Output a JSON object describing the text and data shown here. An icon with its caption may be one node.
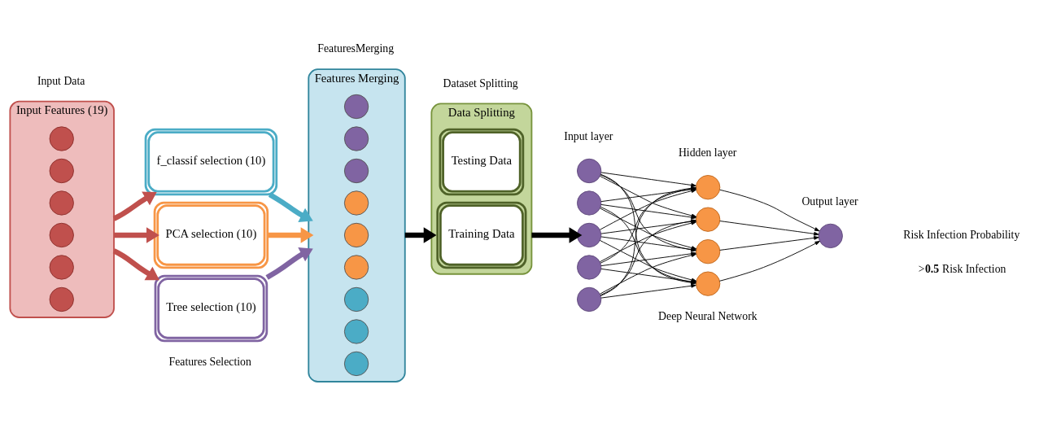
{
  "diagram": {
    "nodes": [
      {
        "text": [
          "Input Features (19)"
        ]
      },
      {
        "text": [],
        "shape": "circle",
        "in": 0
      },
      {
        "text": [],
        "shape": "circle",
        "in": 0
      },
      {
        "text": [],
        "shape": "circle",
        "in": 0
      },
      {
        "text": [],
        "shape": "circle",
        "in": 0
      },
      {
        "text": [],
        "shape": "circle",
        "in": 0
      },
      {
        "text": [],
        "shape": "circle",
        "in": 0
      },
      {
        "text": [
          "f_classif selection (10)"
        ]
      },
      {
        "text": [
          "PCA selection (10)"
        ]
      },
      {
        "text": [
          "Tree selection (10)"
        ]
      },
      {
        "text": [
          "Features Merging"
        ]
      },
      {
        "text": [],
        "shape": "circle",
        "in": 10
      },
      {
        "text": [],
        "shape": "circle",
        "in": 10
      },
      {
        "text": [],
        "shape": "circle",
        "in": 10
      },
      {
        "text": [],
        "shape": "circle",
        "in": 10
      },
      {
        "text": [],
        "shape": "circle",
        "in": 10
      },
      {
        "text": [],
        "shape": "circle",
        "in": 10
      },
      {
        "text": [],
        "shape": "circle",
        "in": 10
      },
      {
        "text": [],
        "shape": "circle",
        "in": 10
      },
      {
        "text": [],
        "shape": "circle",
        "in": 10
      },
      {
        "text": [
          "Data Splitting"
        ]
      },
      {
        "text": [
          "Training Data"
        ],
        "in": 20
      },
      {
        "text": [
          "Testing Data"
        ],
        "in": 20
      },
      {
        "text": [],
        "shape": "circle"
      },
      {
        "text": [],
        "shape": "circle"
      },
      {
        "text": [],
        "shape": "circle"
      },
      {
        "text": [],
        "shape": "circle"
      },
      {
        "text": [],
        "shape": "circle"
      },
      {
        "text": [],
        "shape": "circle"
      },
      {
        "text": [],
        "shape": "circle"
      },
      {
        "text": [],
        "shape": "circle"
      },
      {
        "text": [],
        "shape": "circle"
      },
      {
        "text": [],
        "shape": "circle"
      }
    ],
    "edges": [
      {
        "from": 0,
        "to": 7,
        "arrow": "to",
        "style": "thick",
        "color": "#c0504d"
      },
      {
        "from": 0,
        "to": 8,
        "arrow": "to",
        "style": "thick",
        "color": "#c0504d"
      },
      {
        "from": 0,
        "to": 9,
        "arrow": "to",
        "style": "thick",
        "color": "#c0504d"
      },
      {
        "from": 7,
        "to": 10,
        "arrow": "to",
        "style": "thick",
        "color": "#4bacc6"
      },
      {
        "from": 8,
        "to": 10,
        "arrow": "to",
        "style": "thick",
        "color": "#f79646"
      },
      {
        "from": 9,
        "to": 10,
        "arrow": "to",
        "style": "thick",
        "color": "#8064a2"
      },
      {
        "from": 10,
        "to": 20,
        "arrow": "to",
        "style": "thick"
      },
      {
        "from": 20,
        "to": 25,
        "arrow": "to",
        "style": "thick"
      },
      {
        "from": 23,
        "to": 28,
        "arrow": "to"
      },
      {
        "from": 23,
        "to": 29,
        "arrow": "to"
      },
      {
        "from": 23,
        "to": 30,
        "arrow": "to"
      },
      {
        "from": 23,
        "to": 31,
        "arrow": "to"
      },
      {
        "from": 24,
        "to": 28,
        "arrow": "to"
      },
      {
        "from": 24,
        "to": 29,
        "arrow": "to"
      },
      {
        "from": 24,
        "to": 30,
        "arrow": "to"
      },
      {
        "from": 24,
        "to": 31,
        "arrow": "to"
      },
      {
        "from": 25,
        "to": 28,
        "arrow": "to"
      },
      {
        "from": 25,
        "to": 29,
        "arrow": "to"
      },
      {
        "from": 25,
        "to": 30,
        "arrow": "to"
      },
      {
        "from": 25,
        "to": 31,
        "arrow": "to"
      },
      {
        "from": 26,
        "to": 28,
        "arrow": "to"
      },
      {
        "from": 26,
        "to": 29,
        "arrow": "to"
      },
      {
        "from": 26,
        "to": 30,
        "arrow": "to"
      },
      {
        "from": 26,
        "to": 31,
        "arrow": "to"
      },
      {
        "from": 27,
        "to": 28,
        "arrow": "to"
      },
      {
        "from": 27,
        "to": 29,
        "arrow": "to"
      },
      {
        "from": 27,
        "to": 30,
        "arrow": "to"
      },
      {
        "from": 27,
        "to": 31,
        "arrow": "to"
      },
      {
        "from": 28,
        "to": 32,
        "arrow": "to"
      },
      {
        "from": 29,
        "to": 32,
        "arrow": "to"
      },
      {
        "from": 30,
        "to": 32,
        "arrow": "to"
      },
      {
        "from": 31,
        "to": 32,
        "arrow": "to"
      }
    ],
    "labels": [
      "Input layer",
      "Hidden layer",
      "Output layer",
      "Risk Infection Probability",
      ">**0.5** Risk Infection",
      "Input Data",
      "Features Selection",
      "FeaturesMerging",
      "Dataset Splitting",
      "Deep Neural Network"
    ]
  }
}
